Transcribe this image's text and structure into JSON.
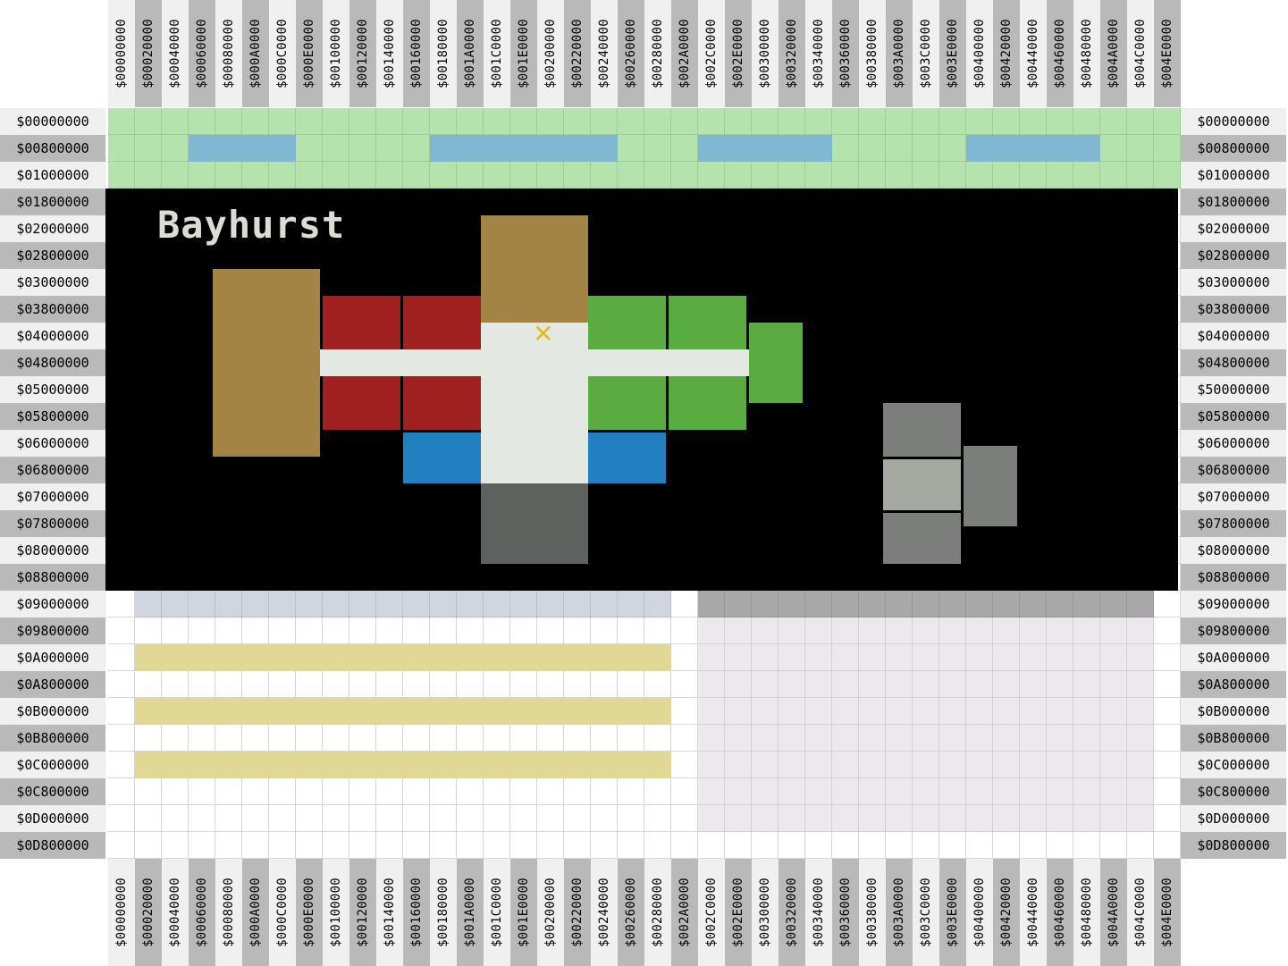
{
  "columns": [
    "$00000000",
    "$00020000",
    "$00040000",
    "$00060000",
    "$00080000",
    "$000A0000",
    "$000C0000",
    "$000E0000",
    "$00100000",
    "$00120000",
    "$00140000",
    "$00160000",
    "$00180000",
    "$001A0000",
    "$001C0000",
    "$001E0000",
    "$00200000",
    "$00220000",
    "$00240000",
    "$00260000",
    "$00280000",
    "$002A0000",
    "$002C0000",
    "$002E0000",
    "$00300000",
    "$00320000",
    "$00340000",
    "$00360000",
    "$00380000",
    "$003A0000",
    "$003C0000",
    "$003E0000",
    "$00400000",
    "$00420000",
    "$00440000",
    "$00460000",
    "$00480000",
    "$004A0000",
    "$004C0000",
    "$004E0000"
  ],
  "rows_left": [
    "$00000000",
    "$00800000",
    "$01000000",
    "$01800000",
    "$02000000",
    "$02800000",
    "$03000000",
    "$03800000",
    "$04000000",
    "$04800000",
    "$05000000",
    "$05800000",
    "$06000000",
    "$06800000",
    "$07000000",
    "$07800000",
    "$08000000",
    "$08800000",
    "$09000000",
    "$09800000",
    "$0A000000",
    "$0A800000",
    "$0B000000",
    "$0B800000",
    "$0C000000",
    "$0C800000",
    "$0D000000",
    "$0D800000"
  ],
  "rows_right": [
    "$00000000",
    "$00800000",
    "$01000000",
    "$01800000",
    "$02000000",
    "$02800000",
    "$03000000",
    "$03800000",
    "$04000000",
    "$04800000",
    "$50000000",
    "$05800000",
    "$06000000",
    "$06800000",
    "$07000000",
    "$07800000",
    "$08000000",
    "$08800000",
    "$09000000",
    "$09800000",
    "$0A000000",
    "$0A800000",
    "$0B000000",
    "$0B800000",
    "$0C000000",
    "$0C800000",
    "$0D000000",
    "$0D800000"
  ],
  "map": {
    "title": "Bayhurst",
    "marker_symbol": "✕"
  },
  "colors": {
    "green_band": "#b5e3ad",
    "blue_strip": "#7fb8d0",
    "slate_strip": "#d0d5e0",
    "gold_strip": "#e2d896",
    "gray_strip": "#a8a8a8",
    "lavender_area": "#ede8ed",
    "brown": "#a48444",
    "red": "#a02020",
    "bright_green": "#5aac40",
    "pale": "#e4e8e2",
    "blue": "#2080c0",
    "dark_gray": "#5e625e",
    "mid_gray": "#7c7e7c",
    "light_gray": "#a4a8a0",
    "marker": "#e0c020"
  }
}
